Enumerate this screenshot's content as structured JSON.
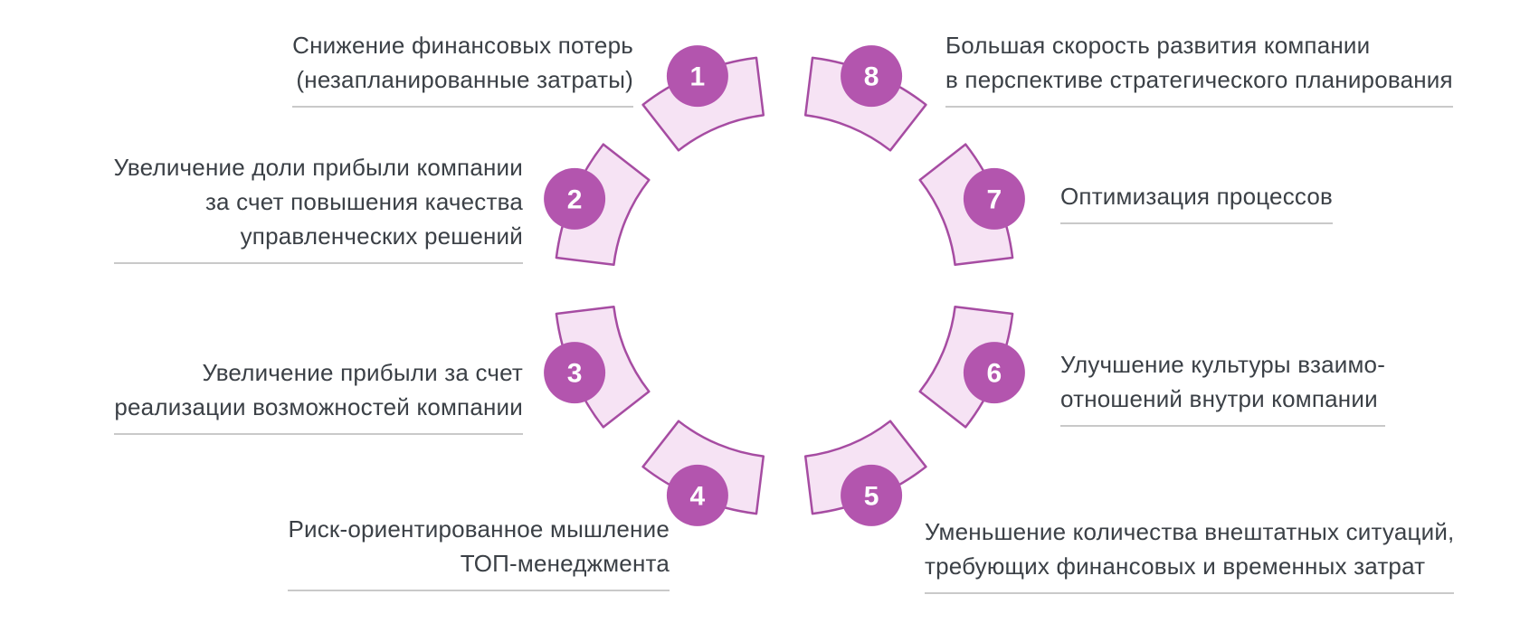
{
  "diagram": {
    "type": "circular-segmented-ring",
    "segment_count": 8,
    "items": [
      {
        "number": "1",
        "side": "left",
        "text": "Снижение финансовых потерь\n(незапланированные затраты)"
      },
      {
        "number": "2",
        "side": "left",
        "text": "Увеличение доли прибыли компании\nза счет повышения качества\nуправленческих решений"
      },
      {
        "number": "3",
        "side": "left",
        "text": "Увеличение прибыли за счет\nреализации возможностей компании"
      },
      {
        "number": "4",
        "side": "left",
        "text": "Риск-ориентированное мышление\nТОП-менеджмента"
      },
      {
        "number": "5",
        "side": "right",
        "text": "Уменьшение количества внештатных ситуаций,\nтребующих финансовых и временных затрат"
      },
      {
        "number": "6",
        "side": "right",
        "text": "Улучшение культуры взаимо-\nотношений внутри компании"
      },
      {
        "number": "7",
        "side": "right",
        "text": "Оптимизация процессов"
      },
      {
        "number": "8",
        "side": "right",
        "text": "Большая скорость развития компании\nв перспективе стратегического планирования"
      }
    ],
    "colors": {
      "badge": "#b355ae",
      "badge_text": "#ffffff",
      "wedge_fill": "#f6e3f4",
      "wedge_stroke": "#a64ca2",
      "text": "#3b4046",
      "rule": "#c9c9c9"
    }
  }
}
